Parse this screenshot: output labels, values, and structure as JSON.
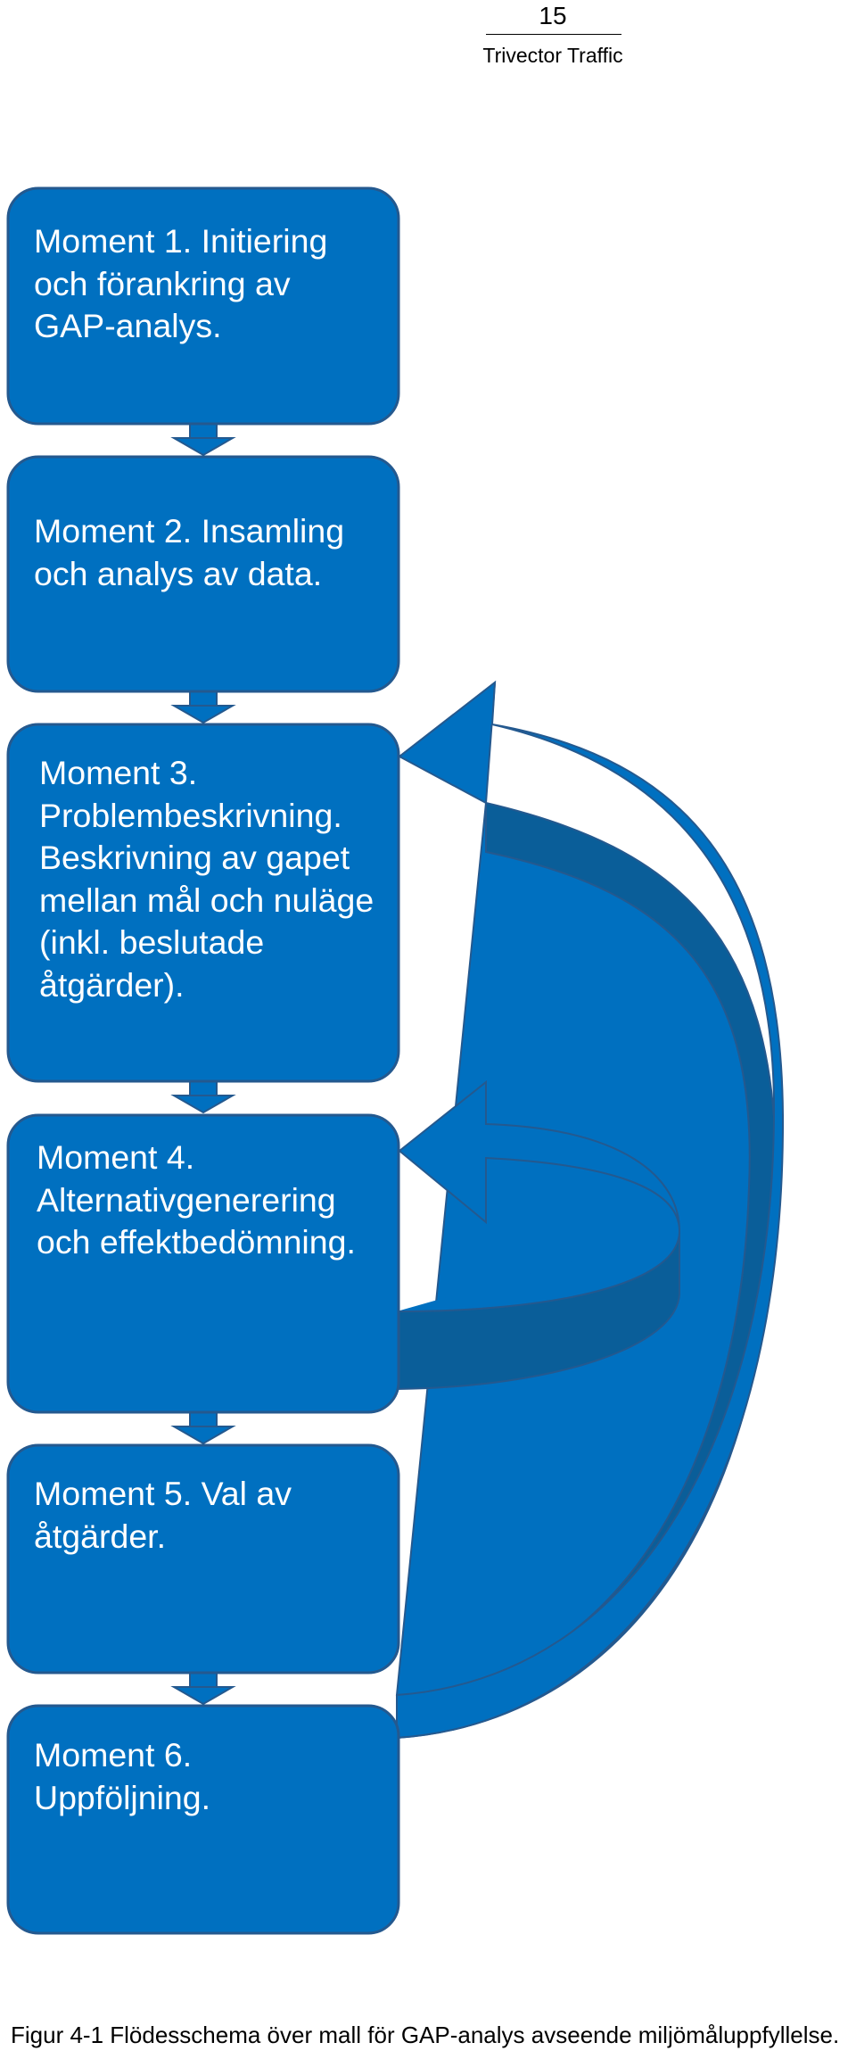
{
  "header": {
    "page_number": "15",
    "organization": "Trivector Traffic"
  },
  "steps": [
    {
      "label": "Moment 1. Initiering och förankring av GAP-analys."
    },
    {
      "label": "Moment 2. Insamling och analys av data."
    },
    {
      "label": "Moment 3. Problembeskrivning. Beskrivning av gapet mellan mål och nuläge (inkl. beslutade åtgärder)."
    },
    {
      "label": "Moment 4. Alternativgenerering och effektbedömning."
    },
    {
      "label": "Moment 5. Val av åtgärder."
    },
    {
      "label": "Moment 6. Uppföljning."
    }
  ],
  "colors": {
    "box_fill": "#0070c0",
    "box_stroke": "#24598f",
    "arrow_fill": "#0070c0",
    "arrow_shadow": "#0a5e99"
  },
  "caption": "Figur 4-1 Flödesschema över mall för GAP-analys avseende miljömåluppfyllelse."
}
